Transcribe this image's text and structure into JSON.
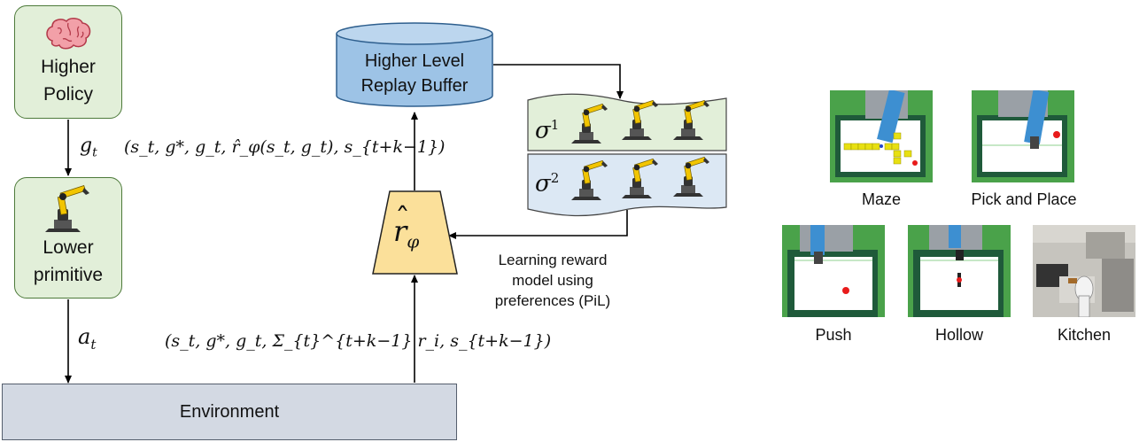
{
  "higher_policy": {
    "line1": "Higher",
    "line2": "Policy",
    "icon": "brain-icon"
  },
  "lower_primitive": {
    "line1": "Lower",
    "line2": "primitive",
    "icon": "robot-arm-icon"
  },
  "environment": {
    "label": "Environment"
  },
  "replay_buffer": {
    "line1": "Higher Level",
    "line2": "Replay Buffer"
  },
  "reward_model": {
    "symbol": "r",
    "subscript": "φ"
  },
  "edge_labels": {
    "g_t": "g",
    "g_t_sub": "t",
    "a_t": "a",
    "a_t_sub": "t",
    "transition_upper": "(s_t, g*, g_t, r̂_φ(s_t, g_t), s_{t+k−1})",
    "transition_lower": "(s_t, g*, g_t, Σ_{t}^{t+k−1} r_i, s_{t+k−1})",
    "reward_note_line1": "Learning reward",
    "reward_note_line2": "model using",
    "reward_note_line3": "preferences (PiL)"
  },
  "preferences": [
    {
      "symbol": "σ",
      "sup": "1",
      "color": "#e2efd9"
    },
    {
      "symbol": "σ",
      "sup": "2",
      "color": "#dce8f4"
    }
  ],
  "environments": [
    {
      "name": "Maze"
    },
    {
      "name": "Pick and Place"
    },
    {
      "name": "Push"
    },
    {
      "name": "Hollow"
    },
    {
      "name": "Kitchen"
    }
  ],
  "colors": {
    "green_fill": "#e2efd9",
    "green_border": "#4d7a3a",
    "buffer_fill": "#9dc3e6",
    "buffer_border": "#2e5f8e",
    "reward_fill": "#fbe09a",
    "env_fill": "#d3d9e3"
  }
}
